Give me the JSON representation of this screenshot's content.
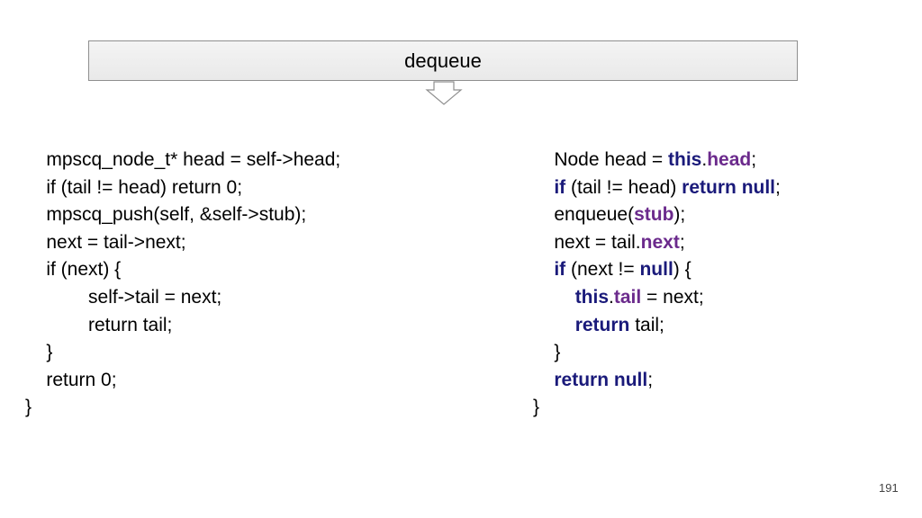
{
  "banner": {
    "title": "dequeue"
  },
  "left_code": [
    "    mpscq_node_t* head = self->head;",
    "    if (tail != head) return 0;",
    "    mpscq_push(self, &self->stub);",
    "    next = tail->next;",
    "    if (next) {",
    "            self->tail = next;",
    "            return tail;",
    "    }",
    "    return 0;",
    "}"
  ],
  "right_code": [
    [
      {
        "t": "    Node head = "
      },
      {
        "t": "this",
        "c": "kw"
      },
      {
        "t": "."
      },
      {
        "t": "head",
        "c": "fld"
      },
      {
        "t": ";"
      }
    ],
    [
      {
        "t": "    "
      },
      {
        "t": "if",
        "c": "kw"
      },
      {
        "t": " (tail != head) "
      },
      {
        "t": "return",
        "c": "kw"
      },
      {
        "t": " "
      },
      {
        "t": "null",
        "c": "kw"
      },
      {
        "t": ";"
      }
    ],
    [
      {
        "t": "    enqueue("
      },
      {
        "t": "stub",
        "c": "fld"
      },
      {
        "t": ");"
      }
    ],
    [
      {
        "t": "    next = tail."
      },
      {
        "t": "next",
        "c": "fld"
      },
      {
        "t": ";"
      }
    ],
    [
      {
        "t": "    "
      },
      {
        "t": "if",
        "c": "kw"
      },
      {
        "t": " (next != "
      },
      {
        "t": "null",
        "c": "kw"
      },
      {
        "t": ") {"
      }
    ],
    [
      {
        "t": "        "
      },
      {
        "t": "this",
        "c": "kw"
      },
      {
        "t": "."
      },
      {
        "t": "tail",
        "c": "fld"
      },
      {
        "t": " = next;"
      }
    ],
    [
      {
        "t": "        "
      },
      {
        "t": "return",
        "c": "kw"
      },
      {
        "t": " tail;"
      }
    ],
    [
      {
        "t": "    }"
      }
    ],
    [
      {
        "t": "    "
      },
      {
        "t": "return",
        "c": "kw"
      },
      {
        "t": " "
      },
      {
        "t": "null",
        "c": "kw"
      },
      {
        "t": ";"
      }
    ],
    [
      {
        "t": "}"
      }
    ]
  ],
  "footer": {
    "page_number": "191"
  },
  "colors": {
    "keyword": "#1a1a7a",
    "field": "#6b2a8c",
    "banner_border": "#8f8f8f"
  }
}
